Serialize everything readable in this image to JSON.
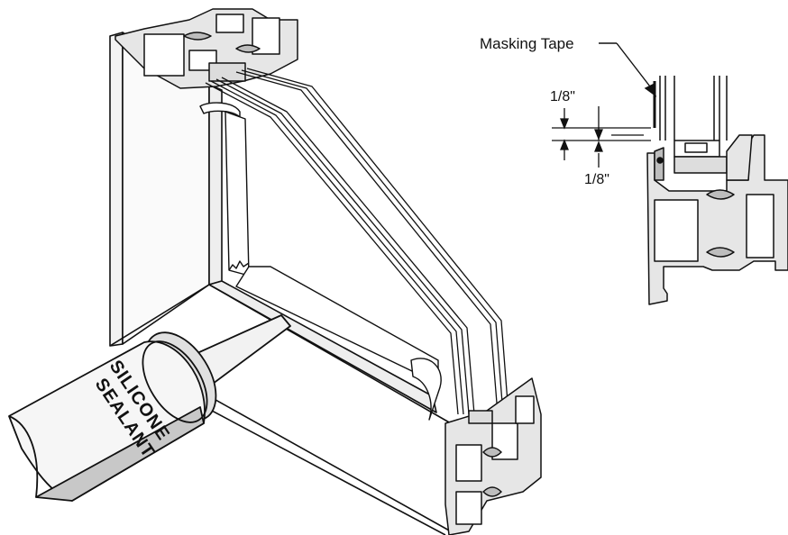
{
  "annotations": {
    "masking_tape": "Masking Tape",
    "dim_top": "1/8\"",
    "dim_bottom": "1/8\""
  },
  "tube": {
    "line1": "SILICONE",
    "line2": "SEALANT"
  },
  "colors": {
    "ink": "#111111",
    "frame_fill": "#f4f4f4",
    "metal_fill": "#e6e6e6",
    "shadow": "#bdbdbd",
    "paper": "#ffffff"
  }
}
